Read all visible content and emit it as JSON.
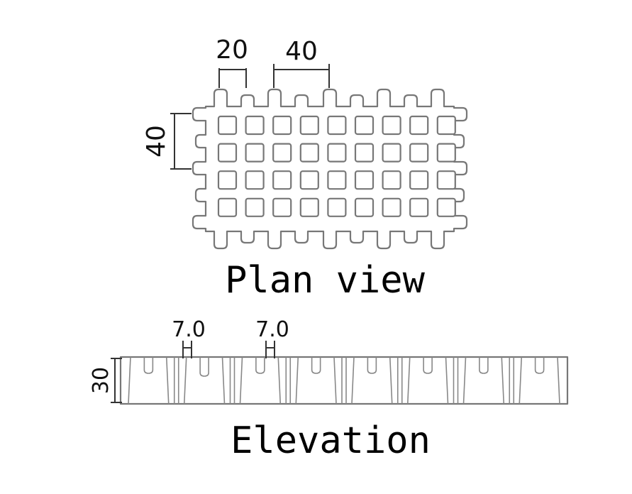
{
  "plan_view": {
    "caption": "Plan view",
    "dims": {
      "bar_width": "20",
      "pitch_x": "40",
      "pitch_y": "40"
    },
    "grid": {
      "rows": 4,
      "cols": 9
    }
  },
  "elevation": {
    "caption": "Elevation",
    "dims": {
      "notch_left": "7.0",
      "notch_right": "7.0",
      "height": "30"
    },
    "panels": 8
  }
}
